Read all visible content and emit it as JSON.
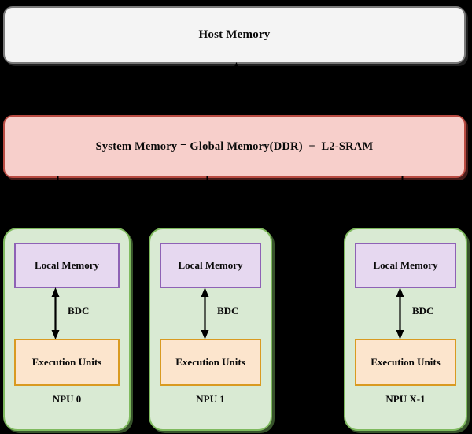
{
  "diagram": {
    "title": "NPU system memory hierarchy",
    "background_color": "#000000",
    "host_memory": {
      "label": "Host Memory",
      "fill_color": "#f4f4f4",
      "border_color": "#7a7a7a"
    },
    "system_memory": {
      "label": "System Memory = Global Memory(DDR)  +  L2-SRAM",
      "fill_color": "#f7cfcb",
      "border_color": "#b94b42"
    },
    "connector_host_system": {
      "icon": "double-arrow-vertical-icon",
      "color": "#000000"
    },
    "npus": [
      {
        "title": "NPU 0",
        "local_memory": "Local Memory",
        "execution_units": "Execution Units",
        "bdc_label": "BDC"
      },
      {
        "title": "NPU 1",
        "local_memory": "Local Memory",
        "execution_units": "Execution Units",
        "bdc_label": "BDC"
      },
      {
        "title": "NPU X-1",
        "local_memory": "Local Memory",
        "execution_units": "Execution Units",
        "bdc_label": "BDC"
      }
    ],
    "colors": {
      "npu_panel_fill": "#d9ead3",
      "npu_panel_border": "#7fba5e",
      "local_memory_fill": "#e6d8f0",
      "local_memory_border": "#8e62b5",
      "execution_units_fill": "#fce5cd",
      "execution_units_border": "#d99a21",
      "arrow": "#000000"
    }
  }
}
